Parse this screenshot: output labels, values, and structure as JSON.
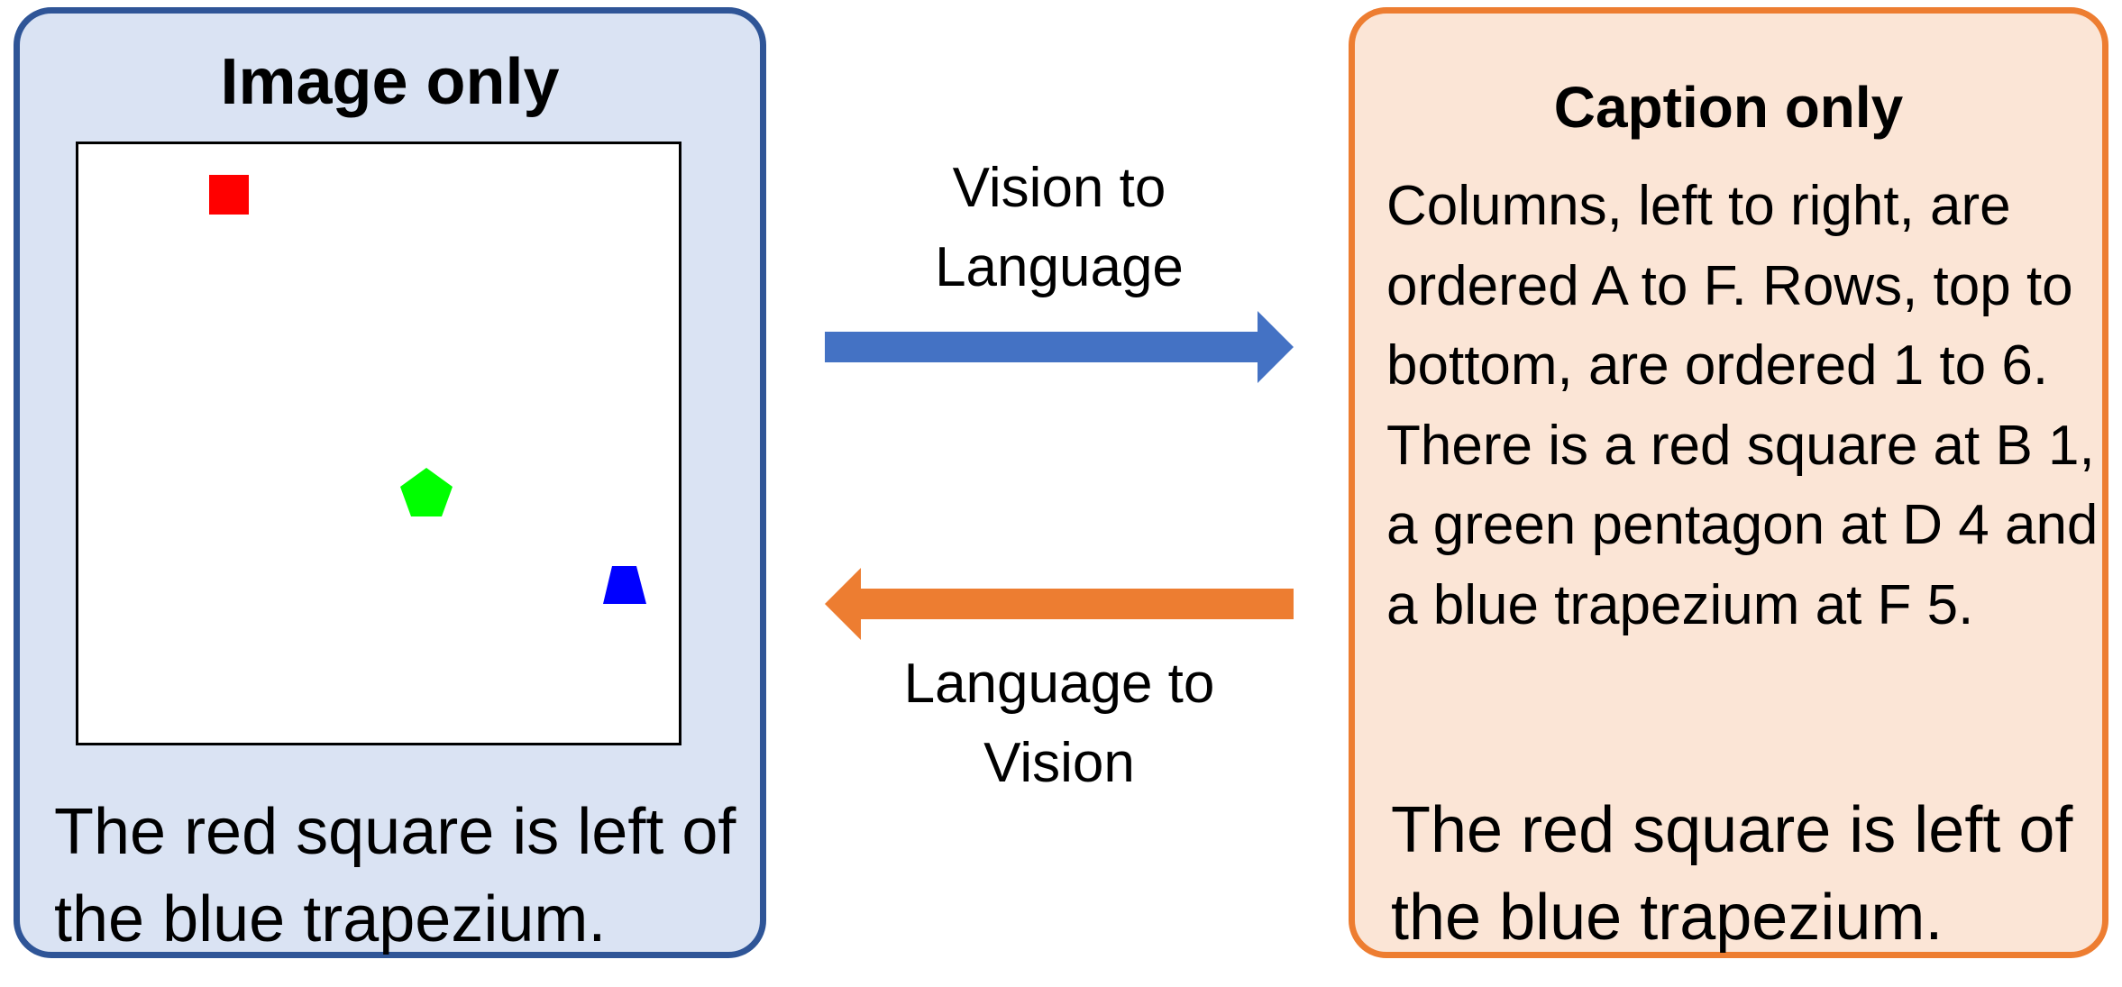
{
  "left_panel": {
    "title": "Image only",
    "statement": "The red square is left of the blue trapezium.",
    "border_color": "#2f5597",
    "background_color": "#dae3f3",
    "shapes": [
      {
        "shape": "square",
        "color": "#ff0000",
        "cell": "B 1"
      },
      {
        "shape": "pentagon",
        "color": "#00ff00",
        "cell": "D 4"
      },
      {
        "shape": "trapezium",
        "color": "#0000ff",
        "cell": "F 5"
      }
    ]
  },
  "arrows": {
    "vision_to_language": {
      "label": "Vision to Language",
      "color": "#4472c4"
    },
    "language_to_vision": {
      "label": "Language to Vision",
      "color": "#ed7d31"
    }
  },
  "right_panel": {
    "title": "Caption only",
    "caption": "Columns, left to right, are ordered A to F. Rows, top to bottom, are ordered 1 to 6. There is a red square at B 1, a green pentagon at D 4 and a blue trapezium at F 5.",
    "statement": "The red square is left of the blue trapezium.",
    "border_color": "#ed7d31",
    "background_color": "#fbe5d6"
  }
}
